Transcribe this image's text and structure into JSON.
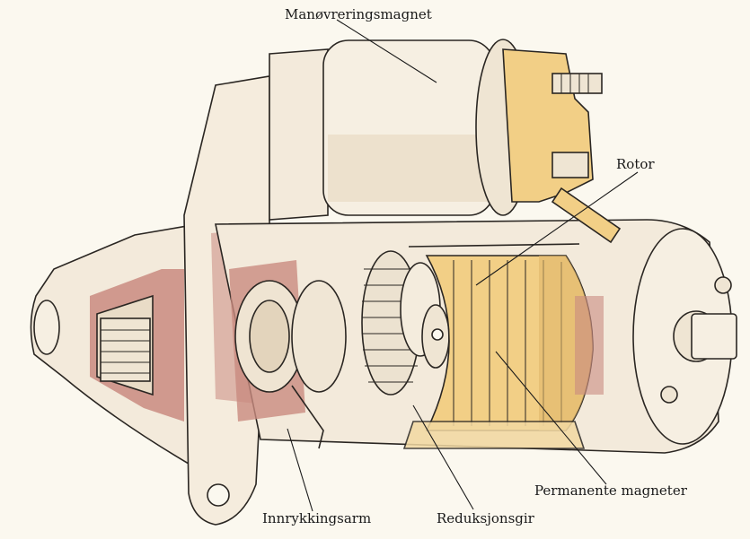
{
  "labels": {
    "solenoid": "Manøvreringsmagnet",
    "rotor": "Rotor",
    "permanent_magnets": "Permanente magneter",
    "reduction_gear": "Reduksjonsgir",
    "engagement_lever": "Innrykkingsarm"
  },
  "colors": {
    "paper": "#fbf8ef",
    "housing": "#f3eadb",
    "shadow_red": "#c98b80",
    "armature_yellow": "#f2cf86",
    "ink": "#2a2622"
  }
}
